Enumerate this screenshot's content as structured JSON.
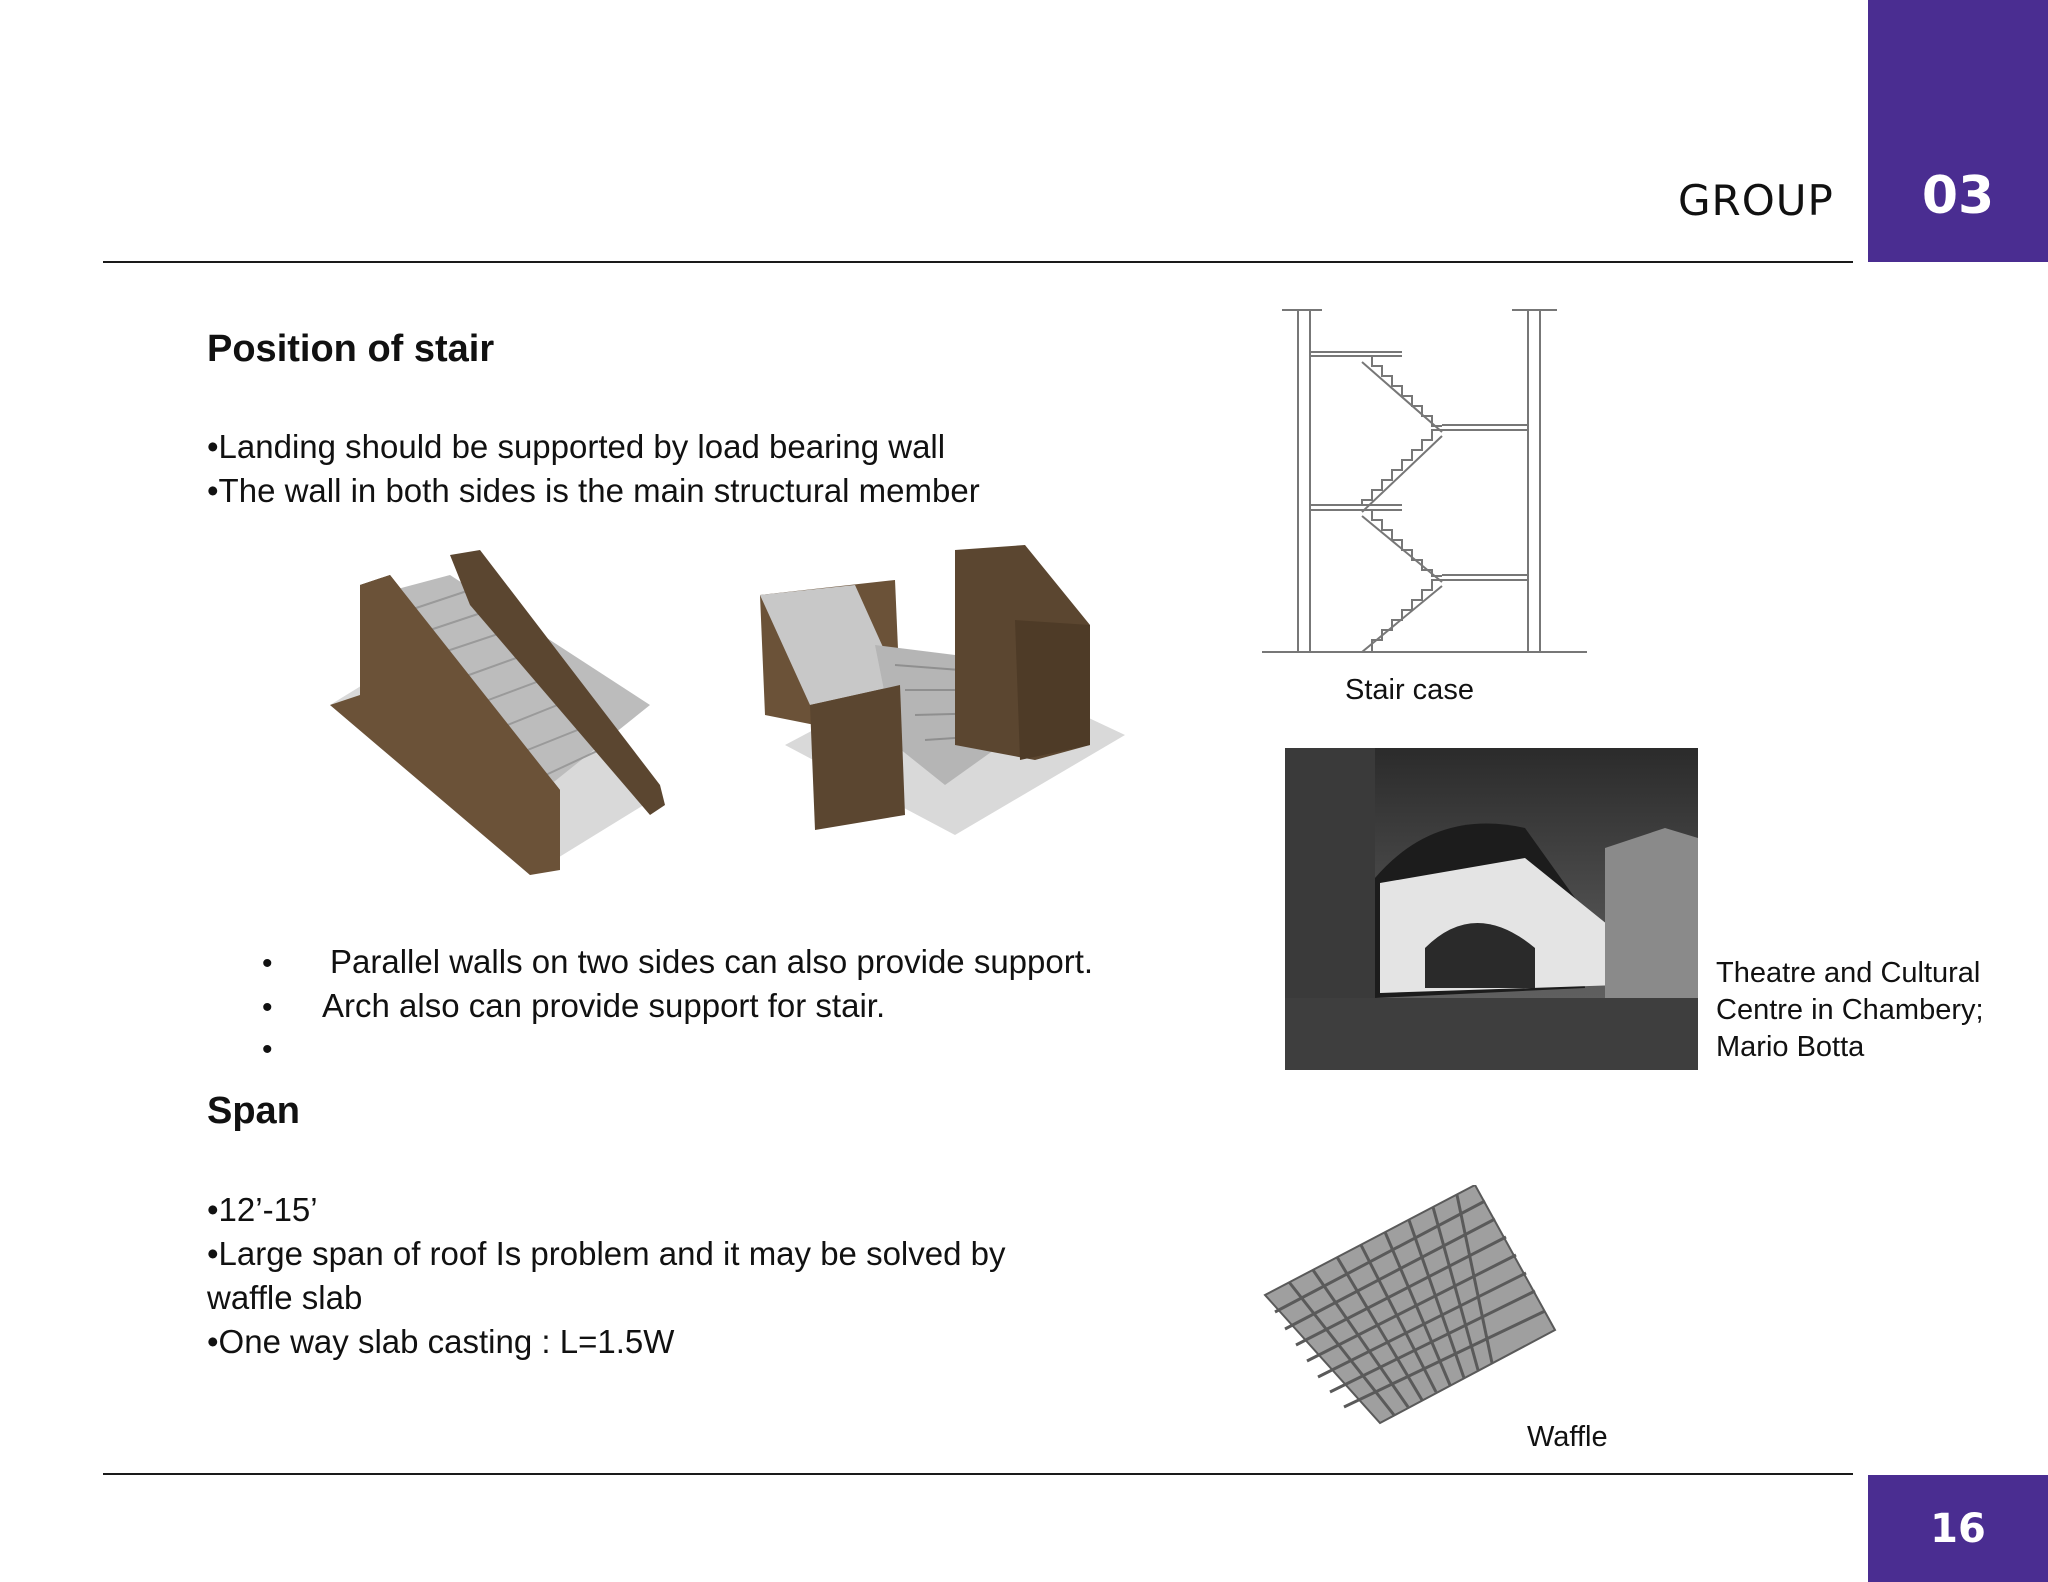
{
  "header": {
    "group_label": "GROUP",
    "group_number": "03"
  },
  "footer": {
    "page_number": "16"
  },
  "section1": {
    "heading": "Position of stair",
    "bullets": [
      "•Landing should be supported by load bearing wall",
      "•The wall in both sides is the main structural member"
    ],
    "sub_bullets": [
      " Parallel walls on two sides can also provide support.",
      "Arch also can provide support for stair.",
      ""
    ],
    "sub_bullet_marker": "•"
  },
  "section2": {
    "heading": "Span",
    "lines": [
      "•12’-15’",
      "•Large span of roof Is problem and it may be solved by",
      "waffle slab",
      "•One way slab casting : L=1.5W"
    ]
  },
  "captions": {
    "staircase": "Stair case",
    "theatre": [
      "Theatre and Cultural",
      "Centre in Chambery;",
      "Mario Botta"
    ],
    "waffle": "Waffle"
  },
  "colors": {
    "accent": "#4a2d91",
    "brick": "#5b4630",
    "concrete": "#c9c9c9"
  },
  "icons": [
    "straight-stair-illustration",
    "dog-leg-stair-illustration",
    "stair-section-drawing",
    "theatre-photo",
    "waffle-slab-illustration"
  ]
}
